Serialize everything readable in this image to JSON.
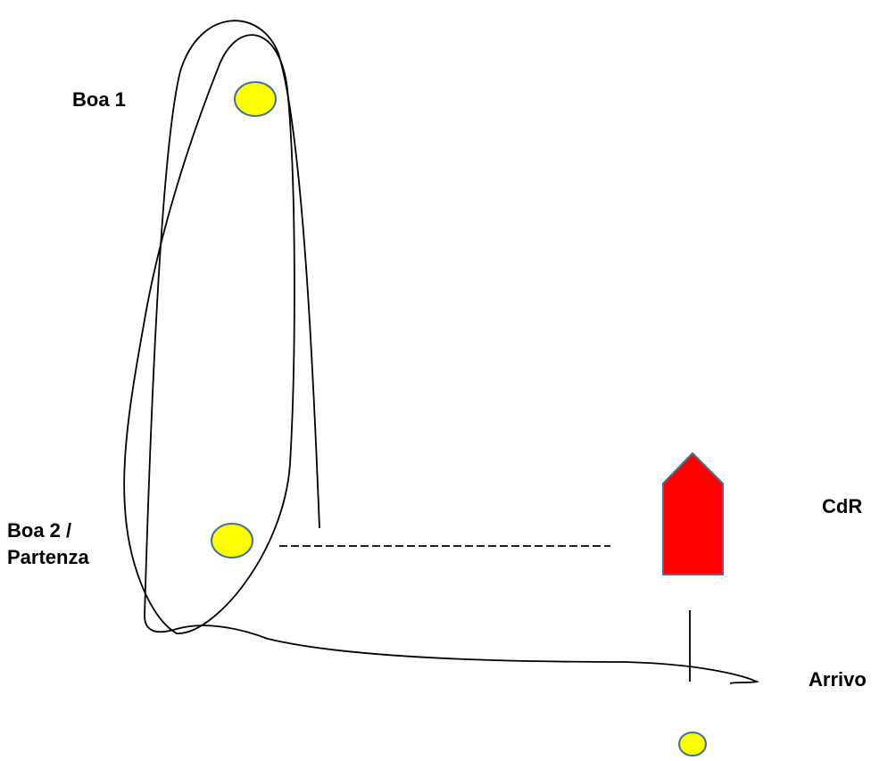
{
  "labels": {
    "boa1": "Boa 1",
    "boa2_line1": "Boa 2 /",
    "boa2_line2": "Partenza",
    "cdr": "CdR",
    "arrivo": "Arrivo"
  },
  "colors": {
    "buoy_fill": "#ffff00",
    "buoy_stroke": "#41719c",
    "committee_boat_fill": "#ff0000",
    "committee_boat_stroke": "#41719c",
    "course_line": "#000000"
  },
  "elements": {
    "buoys": [
      "boa-1",
      "boa-2-partenza",
      "arrivo-buoy"
    ],
    "committee_boat": "CdR",
    "start_line": "dashed",
    "finish_line": "solid"
  }
}
